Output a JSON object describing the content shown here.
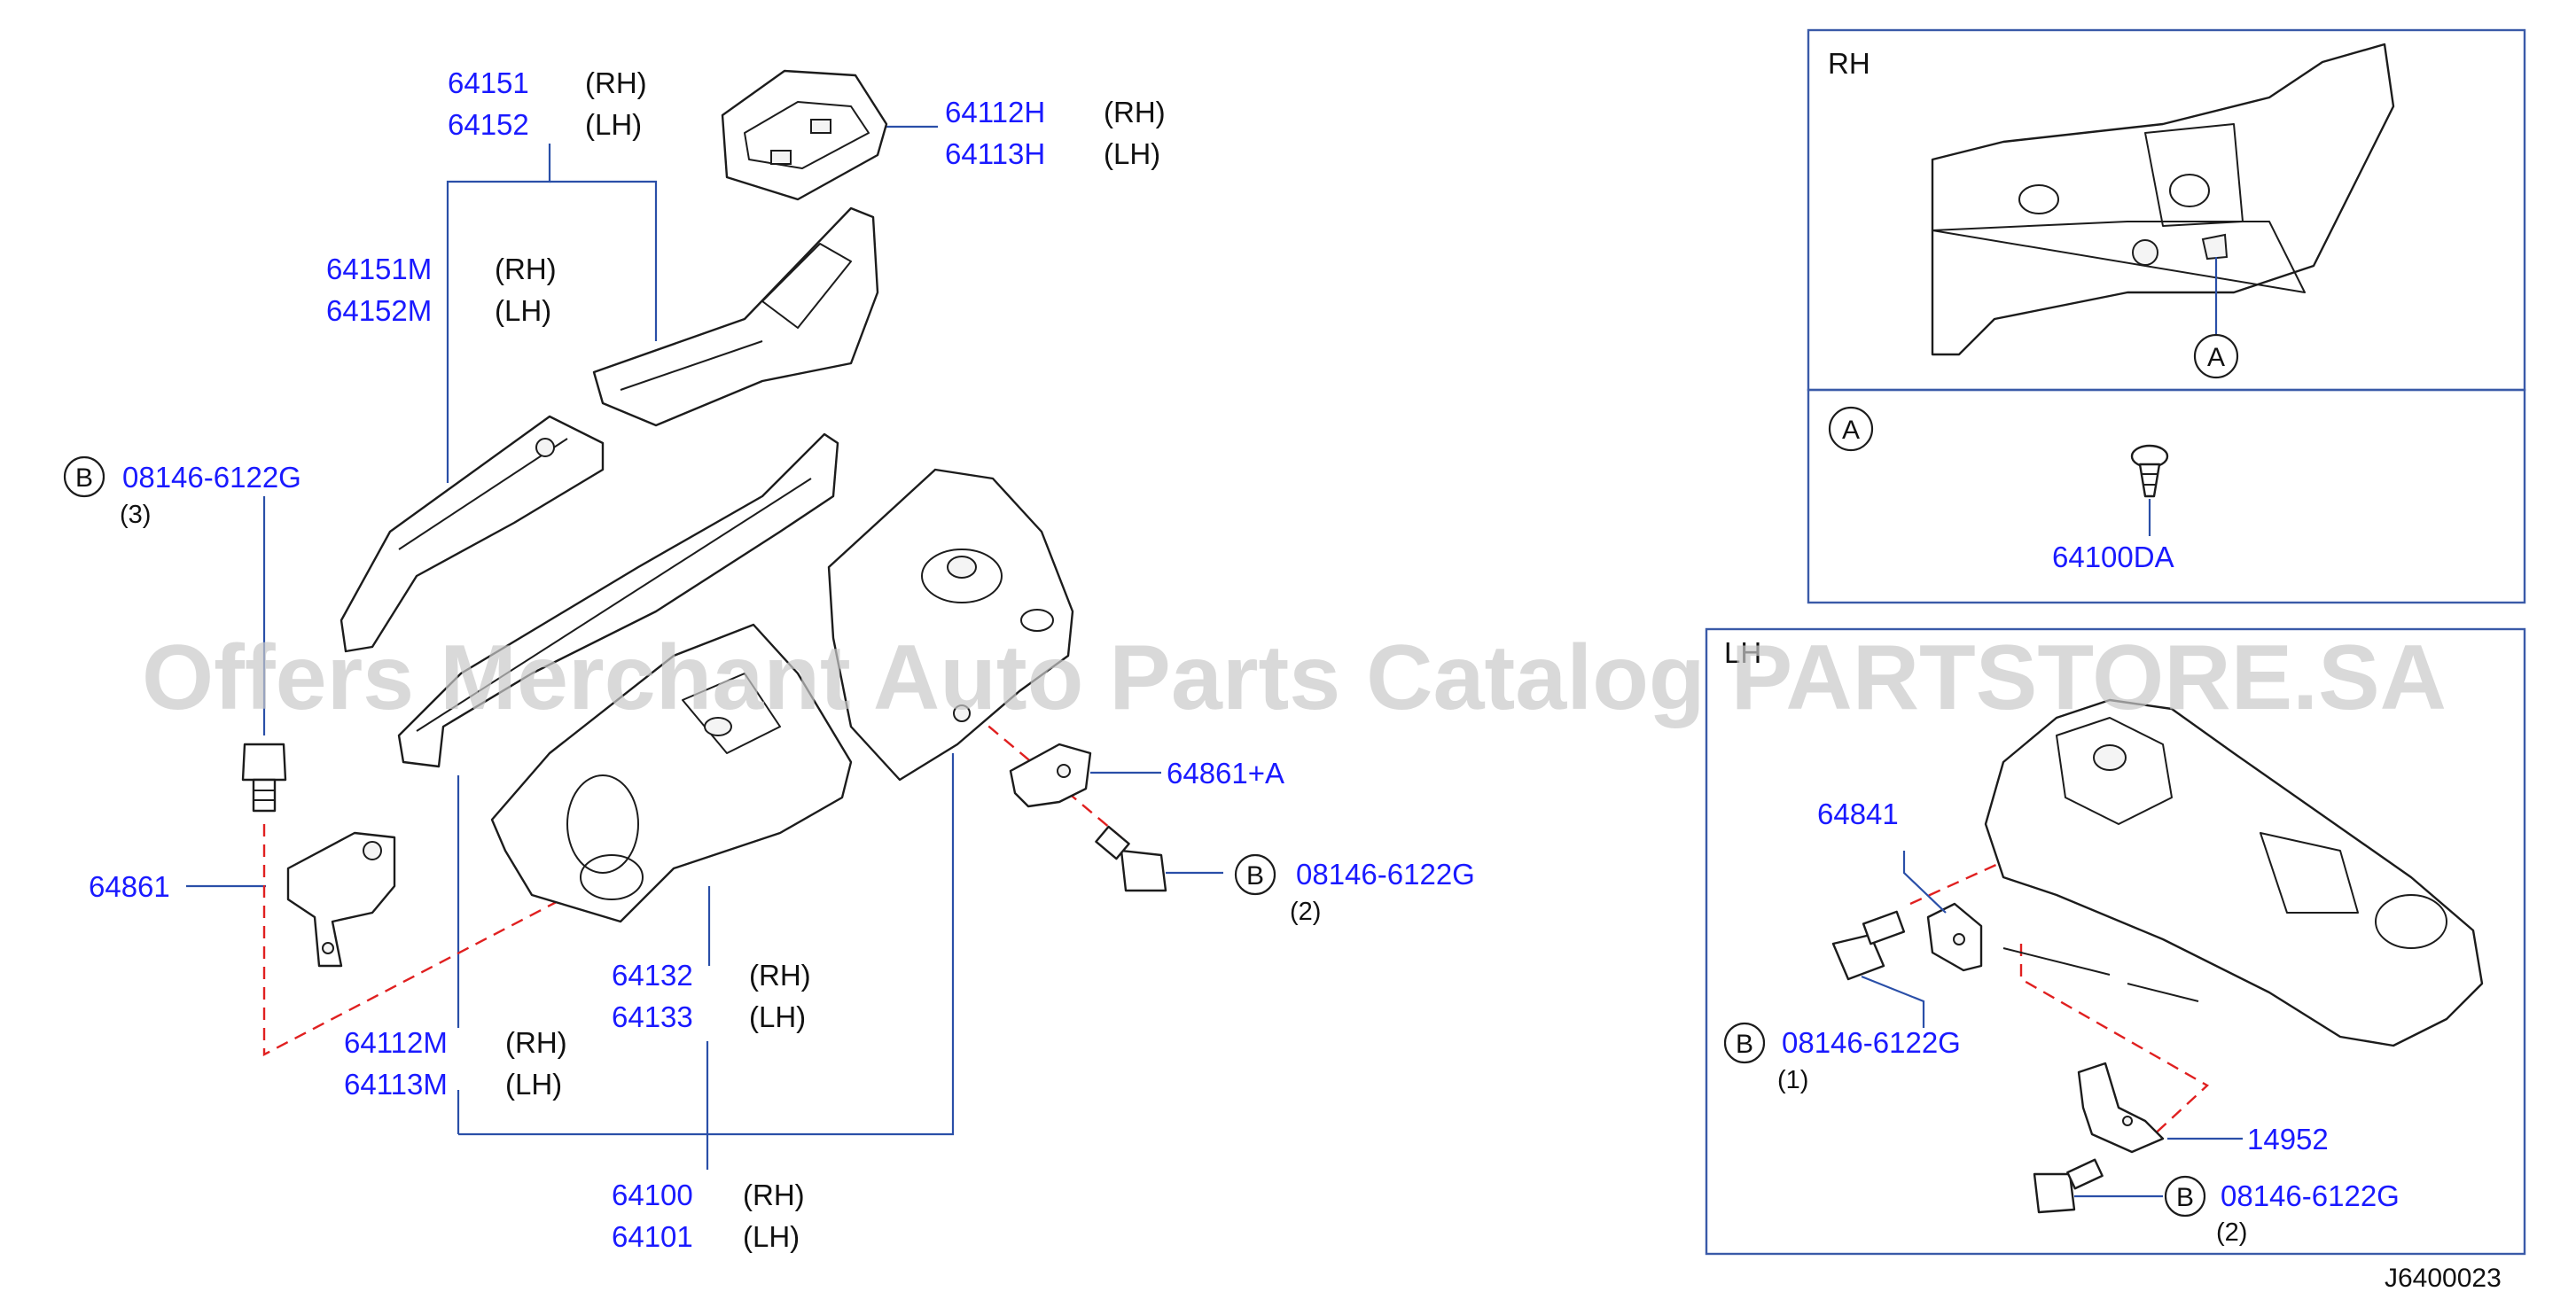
{
  "main_callouts": {
    "p64151": {
      "num": "64151",
      "side": "(RH)"
    },
    "p64152": {
      "num": "64152",
      "side": "(LH)"
    },
    "p64112h": {
      "num": "64112H",
      "side": "(RH)"
    },
    "p64113h": {
      "num": "64113H",
      "side": "(LH)"
    },
    "p64151m": {
      "num": "64151M",
      "side": "(RH)"
    },
    "p64152m": {
      "num": "64152M",
      "side": "(LH)"
    },
    "bolt_top": {
      "badge": "B",
      "num": "08146-6122G",
      "qty": "(3)"
    },
    "p64861": {
      "num": "64861"
    },
    "p64861a": {
      "num": "64861+A"
    },
    "bolt_mid": {
      "badge": "B",
      "num": "08146-6122G",
      "qty": "(2)"
    },
    "p64132": {
      "num": "64132",
      "side": "(RH)"
    },
    "p64133": {
      "num": "64133",
      "side": "(LH)"
    },
    "p64112m": {
      "num": "64112M",
      "side": "(RH)"
    },
    "p64113m": {
      "num": "64113M",
      "side": "(LH)"
    },
    "p64100": {
      "num": "64100",
      "side": "(RH)"
    },
    "p64101": {
      "num": "64101",
      "side": "(LH)"
    }
  },
  "rh_box": {
    "title": "RH",
    "ref_badge": "A"
  },
  "detail_a_box": {
    "badge": "A",
    "num": "64100DA"
  },
  "lh_box": {
    "title": "LH",
    "p64841": {
      "num": "64841"
    },
    "bolt_1": {
      "badge": "B",
      "num": "08146-6122G",
      "qty": "(1)"
    },
    "p14952": {
      "num": "14952"
    },
    "bolt_2": {
      "badge": "B",
      "num": "08146-6122G",
      "qty": "(2)"
    }
  },
  "diagram_code": "J6400023",
  "watermark": "Offers Merchant Auto Parts Catalog PARTSTORE.SA",
  "colors": {
    "part_number": "#1a1aff",
    "leader": "#2a4fa8",
    "dashed_guide": "#e02020",
    "watermark": "#c9c9c9"
  }
}
